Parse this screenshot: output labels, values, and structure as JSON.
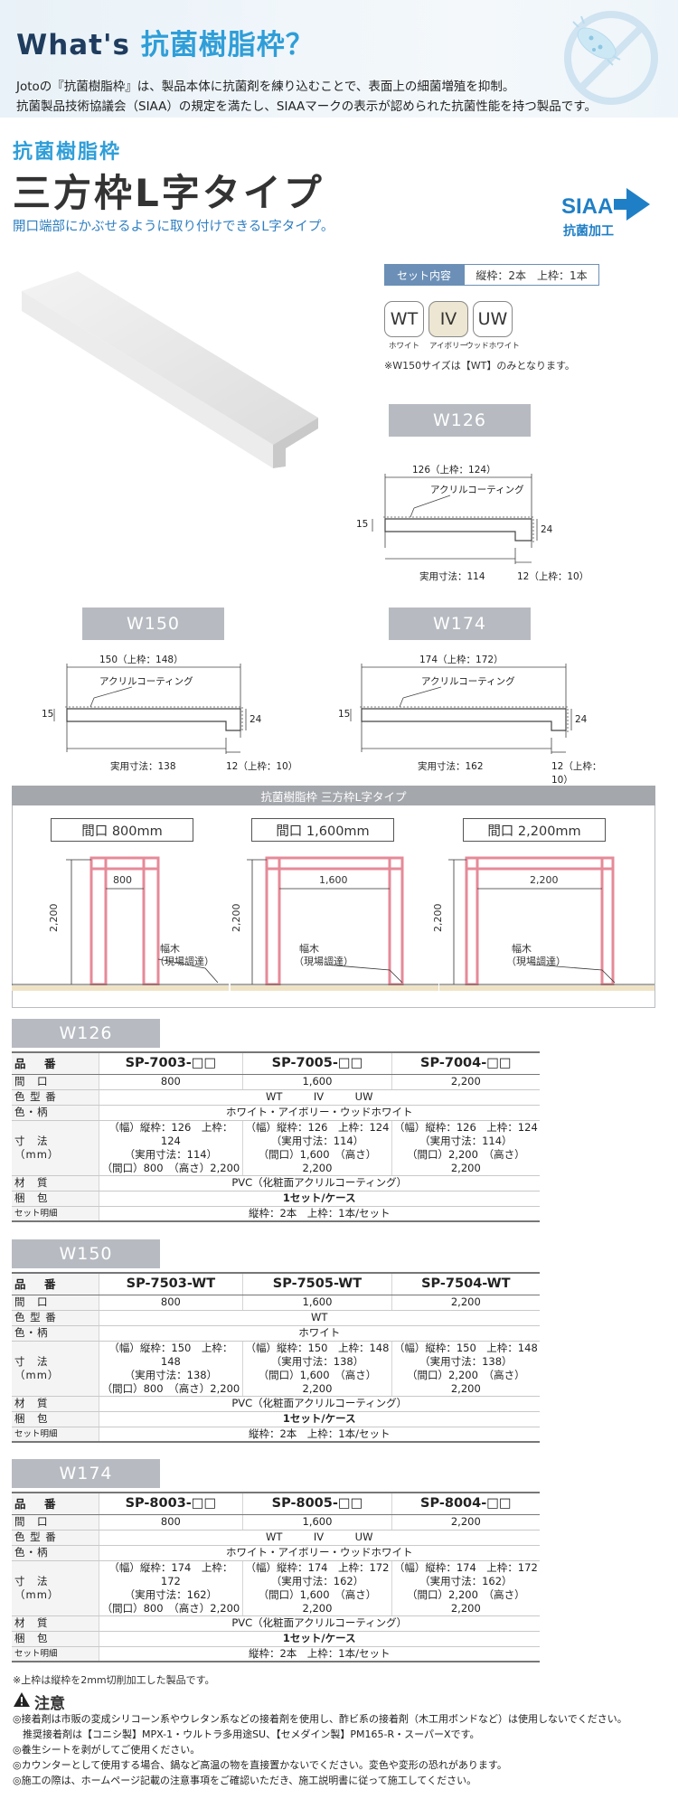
{
  "header": {
    "title_prefix": "What's ",
    "title_highlight": "抗菌樹脂枠？",
    "line1": "Jotoの『抗菌樹脂枠』は、製品本体に抗菌剤を練り込むことで、表面上の細菌増殖を抑制。",
    "line2": "抗菌製品技術協議会（SIAA）の規定を満たし、SIAAマークの表示が認められた抗菌性能を持つ製品です。"
  },
  "product": {
    "subtitle": "抗菌樹脂枠",
    "title": "三方枠L字タイプ",
    "description": "開口端部にかぶせるように取り付けできるL字タイプ。",
    "siaa_logo": "SIAA",
    "siaa_caption": "抗菌加工"
  },
  "set_content": {
    "label": "セット内容",
    "value": "縦枠：2本　上枠：1本",
    "colors": [
      {
        "code": "WT",
        "name": "ホワイト",
        "hex": "#ffffff"
      },
      {
        "code": "IV",
        "name": "アイボリー",
        "hex": "#ede6d2"
      },
      {
        "code": "UW",
        "name": "ウッドホワイト",
        "hex": "#ffffff"
      }
    ],
    "note": "※W150サイズは【WT】のみとなります。"
  },
  "profiles": {
    "w126": {
      "label": "W126",
      "width": "126（上枠：124）",
      "coating": "アクリルコーティング",
      "thickness": "15",
      "depth": "24",
      "effective": "実用寸法：114",
      "lip": "12（上枠：10）"
    },
    "w150": {
      "label": "W150",
      "width": "150（上枠：148）",
      "coating": "アクリルコーティング",
      "thickness": "15",
      "depth": "24",
      "effective": "実用寸法：138",
      "lip": "12（上枠：10）"
    },
    "w174": {
      "label": "W174",
      "width": "174（上枠：172）",
      "coating": "アクリルコーティング",
      "thickness": "15",
      "depth": "24",
      "effective": "実用寸法：162",
      "lip": "12（上枠：10）"
    }
  },
  "doors": {
    "title": "抗菌樹脂枠 三方枠L字タイプ",
    "baseboard_line1": "幅木",
    "baseboard_line2": "（現場調達）",
    "items": [
      {
        "label": "間口 800mm",
        "width": "800",
        "height": "2,200"
      },
      {
        "label": "間口 1,600mm",
        "width": "1,600",
        "height": "2,200"
      },
      {
        "label": "間口 2,200mm",
        "width": "2,200",
        "height": "2,200"
      }
    ]
  },
  "labels": {
    "hinban": "品　番",
    "maguchi": "間　口",
    "shikata": "色 型 番",
    "iro": "色・柄",
    "sunpo1": "寸　法",
    "sunpo2": "（mm）",
    "zaishitsu": "材　質",
    "konpo": "梱　包",
    "setmeisai": "セット明細"
  },
  "tables": [
    {
      "label": "W126",
      "models": [
        "SP-7003-□□",
        "SP-7005-□□",
        "SP-7004-□□"
      ],
      "openings": [
        "800",
        "1,600",
        "2,200"
      ],
      "color_codes": "WT　　　IV　　　UW",
      "colors": "ホワイト・アイボリー・ウッドホワイト",
      "dims": [
        [
          "（幅）縦枠：126　上枠：124",
          "（実用寸法：114）",
          "（間口）800　（高さ）2,200"
        ],
        [
          "（幅）縦枠：126　上枠：124",
          "（実用寸法：114）",
          "（間口）1,600　（高さ）2,200"
        ],
        [
          "（幅）縦枠：126　上枠：124",
          "（実用寸法：114）",
          "（間口）2,200　（高さ）2,200"
        ]
      ],
      "material": "PVC（化粧面アクリルコーティング）",
      "package": "1セット/ケース",
      "set": "縦枠：2本　上枠：1本/セット"
    },
    {
      "label": "W150",
      "models": [
        "SP-7503-WT",
        "SP-7505-WT",
        "SP-7504-WT"
      ],
      "openings": [
        "800",
        "1,600",
        "2,200"
      ],
      "color_codes": "WT",
      "colors": "ホワイト",
      "dims": [
        [
          "（幅）縦枠：150　上枠：148",
          "（実用寸法：138）",
          "（間口）800　（高さ）2,200"
        ],
        [
          "（幅）縦枠：150　上枠：148",
          "（実用寸法：138）",
          "（間口）1,600　（高さ）2,200"
        ],
        [
          "（幅）縦枠：150　上枠：148",
          "（実用寸法：138）",
          "（間口）2,200　（高さ）2,200"
        ]
      ],
      "material": "PVC（化粧面アクリルコーティング）",
      "package": "1セット/ケース",
      "set": "縦枠：2本　上枠：1本/セット"
    },
    {
      "label": "W174",
      "models": [
        "SP-8003-□□",
        "SP-8005-□□",
        "SP-8004-□□"
      ],
      "openings": [
        "800",
        "1,600",
        "2,200"
      ],
      "color_codes": "WT　　　IV　　　UW",
      "colors": "ホワイト・アイボリー・ウッドホワイト",
      "dims": [
        [
          "（幅）縦枠：174　上枠：172",
          "（実用寸法：162）",
          "（間口）800　（高さ）2,200"
        ],
        [
          "（幅）縦枠：174　上枠：172",
          "（実用寸法：162）",
          "（間口）1,600　（高さ）2,200"
        ],
        [
          "（幅）縦枠：174　上枠：172",
          "（実用寸法：162）",
          "（間口）2,200　（高さ）2,200"
        ]
      ],
      "material": "PVC（化粧面アクリルコーティング）",
      "package": "1セット/ケース",
      "set": "縦枠：2本　上枠：1本/セット"
    }
  ],
  "footnote": "※上枠は縦枠を2mm切削加工した製品です。",
  "caution": {
    "title": "注意",
    "lines": [
      "◎接着剤は市販の変成シリコーン系やウレタン系などの接着剤を使用し、酢ビ系の接着剤（木工用ボンドなど）は使用しないでください。",
      "　推奨接着剤は【コニシ製】MPX-1・ウルトラ多用途SU、【セメダイン製】PM165-R・スーパーXです。",
      "◎養生シートを剥がしてご使用ください。",
      "◎カウンターとして使用する場合、鍋など高温の物を直接置かないでください。変色や変形の恐れがあります。",
      "◎施工の際は、ホームページ記載の注意事項をご確認いただき、施工説明書に従って施工してください。"
    ]
  }
}
